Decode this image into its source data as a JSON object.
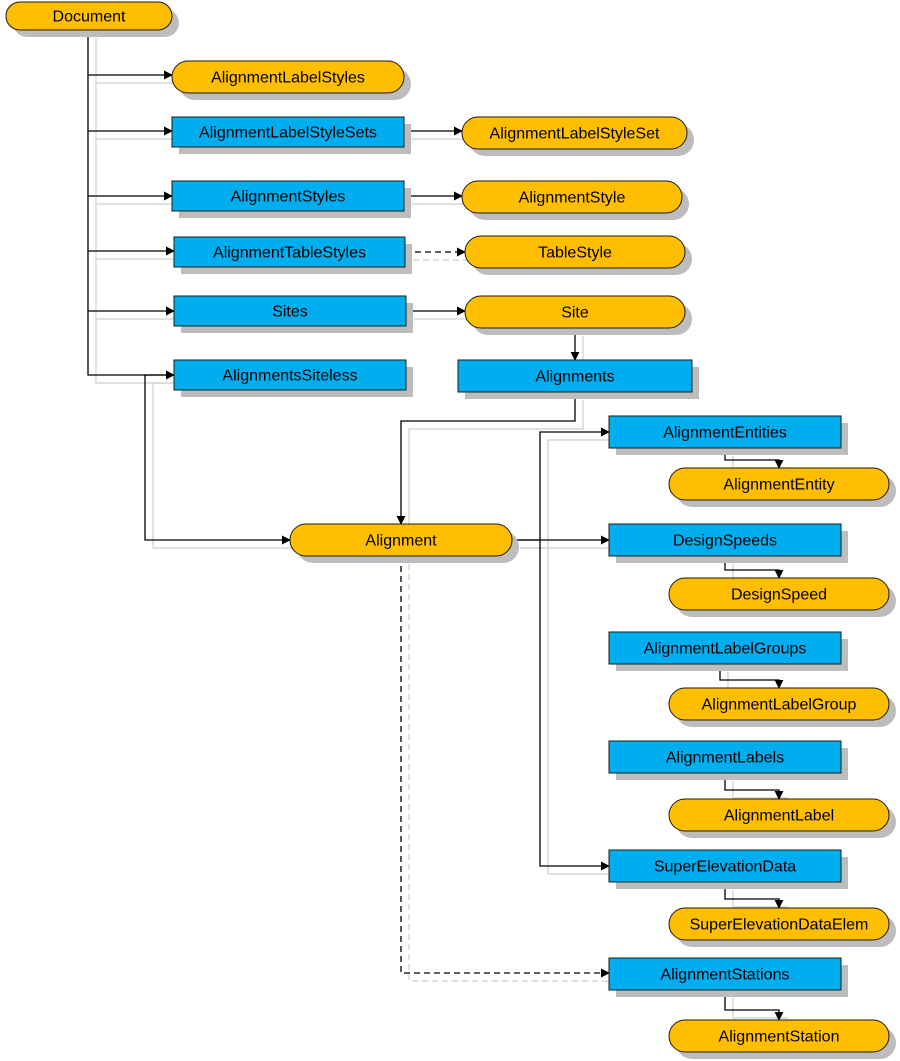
{
  "colors": {
    "collection_fill": "#00adef",
    "object_fill": "#ffbf00",
    "border": "#1a1a1a",
    "shadow": "#bdbdbd",
    "connector": "#000000",
    "connector_ghost": "#cfcfcf"
  },
  "legend_kinds": {
    "collection": "rectangle",
    "object": "rounded-pill"
  },
  "nodes": [
    {
      "id": "document",
      "label": "Document",
      "kind": "object"
    },
    {
      "id": "alignment-label-styles",
      "label": "AlignmentLabelStyles",
      "kind": "object"
    },
    {
      "id": "alignment-label-style-sets",
      "label": "AlignmentLabelStyleSets",
      "kind": "collection"
    },
    {
      "id": "alignment-label-style-set",
      "label": "AlignmentLabelStyleSet",
      "kind": "object"
    },
    {
      "id": "alignment-styles",
      "label": "AlignmentStyles",
      "kind": "collection"
    },
    {
      "id": "alignment-style",
      "label": "AlignmentStyle",
      "kind": "object"
    },
    {
      "id": "alignment-table-styles",
      "label": "AlignmentTableStyles",
      "kind": "collection"
    },
    {
      "id": "table-style",
      "label": "TableStyle",
      "kind": "object"
    },
    {
      "id": "sites",
      "label": "Sites",
      "kind": "collection"
    },
    {
      "id": "site",
      "label": "Site",
      "kind": "object"
    },
    {
      "id": "alignments-siteless",
      "label": "AlignmentsSiteless",
      "kind": "collection"
    },
    {
      "id": "alignments",
      "label": "Alignments",
      "kind": "collection"
    },
    {
      "id": "alignment-entities",
      "label": "AlignmentEntities",
      "kind": "collection"
    },
    {
      "id": "alignment-entity",
      "label": "AlignmentEntity",
      "kind": "object"
    },
    {
      "id": "alignment",
      "label": "Alignment",
      "kind": "object"
    },
    {
      "id": "design-speeds",
      "label": "DesignSpeeds",
      "kind": "collection"
    },
    {
      "id": "design-speed",
      "label": "DesignSpeed",
      "kind": "object"
    },
    {
      "id": "alignment-label-groups",
      "label": "AlignmentLabelGroups",
      "kind": "collection"
    },
    {
      "id": "alignment-label-group",
      "label": "AlignmentLabelGroup",
      "kind": "object"
    },
    {
      "id": "alignment-labels",
      "label": "AlignmentLabels",
      "kind": "collection"
    },
    {
      "id": "alignment-label",
      "label": "AlignmentLabel",
      "kind": "object"
    },
    {
      "id": "super-elevation-data",
      "label": "SuperElevationData",
      "kind": "collection"
    },
    {
      "id": "super-elevation-data-elem",
      "label": "SuperElevationDataElem",
      "kind": "object"
    },
    {
      "id": "alignment-stations",
      "label": "AlignmentStations",
      "kind": "collection"
    },
    {
      "id": "alignment-station",
      "label": "AlignmentStation",
      "kind": "object"
    }
  ],
  "edges": [
    {
      "from": "document",
      "to": "alignment-label-styles",
      "style": "solid"
    },
    {
      "from": "document",
      "to": "alignment-label-style-sets",
      "style": "solid"
    },
    {
      "from": "document",
      "to": "alignment-styles",
      "style": "solid"
    },
    {
      "from": "document",
      "to": "alignment-table-styles",
      "style": "solid"
    },
    {
      "from": "document",
      "to": "sites",
      "style": "solid"
    },
    {
      "from": "document",
      "to": "alignments-siteless",
      "style": "solid"
    },
    {
      "from": "alignment-label-style-sets",
      "to": "alignment-label-style-set",
      "style": "solid"
    },
    {
      "from": "alignment-styles",
      "to": "alignment-style",
      "style": "solid"
    },
    {
      "from": "alignment-table-styles",
      "to": "table-style",
      "style": "dashed"
    },
    {
      "from": "sites",
      "to": "site",
      "style": "solid"
    },
    {
      "from": "site",
      "to": "alignments",
      "style": "solid"
    },
    {
      "from": "alignments",
      "to": "alignment",
      "style": "solid"
    },
    {
      "from": "alignments-siteless",
      "to": "alignment",
      "style": "solid"
    },
    {
      "from": "alignment",
      "to": "alignment-entities",
      "style": "solid"
    },
    {
      "from": "alignment",
      "to": "design-speeds",
      "style": "solid"
    },
    {
      "from": "alignment",
      "to": "super-elevation-data",
      "style": "solid"
    },
    {
      "from": "alignment",
      "to": "alignment-stations",
      "style": "dashed"
    },
    {
      "from": "alignment-entities",
      "to": "alignment-entity",
      "style": "solid"
    },
    {
      "from": "design-speeds",
      "to": "design-speed",
      "style": "solid"
    },
    {
      "from": "alignment-label-groups",
      "to": "alignment-label-group",
      "style": "solid"
    },
    {
      "from": "alignment-labels",
      "to": "alignment-label",
      "style": "solid"
    },
    {
      "from": "super-elevation-data",
      "to": "super-elevation-data-elem",
      "style": "solid"
    },
    {
      "from": "alignment-stations",
      "to": "alignment-station",
      "style": "solid"
    }
  ]
}
